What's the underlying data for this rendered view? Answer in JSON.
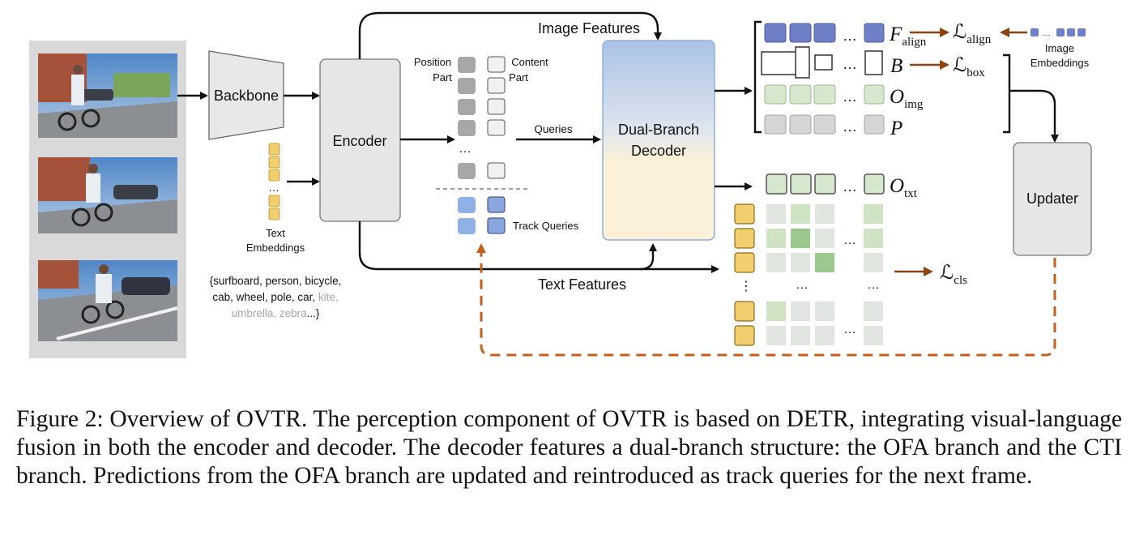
{
  "figure": {
    "backbone_label": "Backbone",
    "encoder_label": "Encoder",
    "decoder_label_line1": "Dual-Branch",
    "decoder_label_line2": "Decoder",
    "updater_label": "Updater",
    "image_features_label": "Image Features",
    "text_features_label": "Text Features",
    "queries_label": "Queries",
    "position_part_line1": "Position",
    "position_part_line2": "Part",
    "content_part_line1": "Content",
    "content_part_line2": "Part",
    "track_queries_label": "Track Queries",
    "text_embeddings_line1": "Text",
    "text_embeddings_line2": "Embeddings",
    "image_embeddings_line1": "Image",
    "image_embeddings_line2": "Embeddings",
    "vocab_line1": "{surfboard, person, bicycle,",
    "vocab_line2_dark": "cab, wheel, pole, car, ",
    "vocab_line2_light": "kite,",
    "vocab_line3_light": "umbrella, zebra",
    "vocab_line3_dark": "...}",
    "ellipsis": "…",
    "vertical_ellipsis": "⋮",
    "outputs": {
      "f_align": {
        "main": "F",
        "sub": "align"
      },
      "b": {
        "main": "B",
        "sub": ""
      },
      "o_img": {
        "main": "O",
        "sub": "img"
      },
      "p": {
        "main": "P",
        "sub": ""
      },
      "o_txt": {
        "main": "O",
        "sub": "txt"
      }
    },
    "losses": {
      "align": {
        "main": "ℒ",
        "sub": "align"
      },
      "box": {
        "main": "ℒ",
        "sub": "box"
      },
      "cls": {
        "main": "ℒ",
        "sub": "cls"
      }
    },
    "colors": {
      "arrow": "#111111",
      "feedback": "#c0601c",
      "gray_block": "#a7a7a7",
      "blue_block": "#6f7fc7",
      "green_block": "#d5e7cd",
      "yellow_block": "#f2cf6e",
      "decoder_top": "#b8cde8",
      "decoder_bottom": "#fbf0d8"
    }
  },
  "caption": {
    "label": "Figure 2:",
    "text": "Overview of OVTR. The perception component of OVTR is based on DETR, integrating visual-language fusion in both the encoder and decoder. The decoder features a dual-branch structure: the OFA branch and the CTI branch. Predictions from the OFA branch are updated and reintroduced as track queries for the next frame."
  }
}
